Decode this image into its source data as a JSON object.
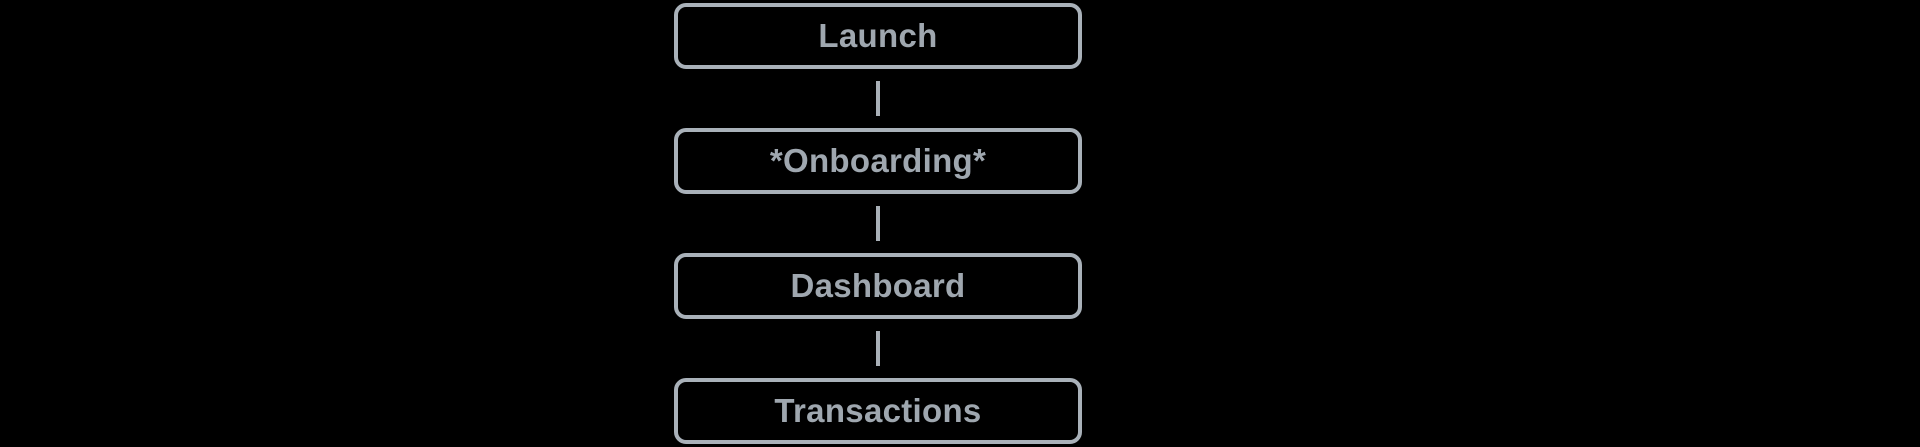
{
  "diagram": {
    "type": "flowchart",
    "direction": "top-down",
    "background_color": "#000000",
    "node_border_color": "#a9b1b9",
    "node_text_color": "#9fa7af",
    "connector_color": "#a9b0b7",
    "nodes": [
      {
        "label": "Launch"
      },
      {
        "label": "*Onboarding*"
      },
      {
        "label": "Dashboard"
      },
      {
        "label": "Transactions"
      }
    ],
    "edges": [
      {
        "from": "Launch",
        "to": "*Onboarding*"
      },
      {
        "from": "*Onboarding*",
        "to": "Dashboard"
      },
      {
        "from": "Dashboard",
        "to": "Transactions"
      }
    ]
  }
}
